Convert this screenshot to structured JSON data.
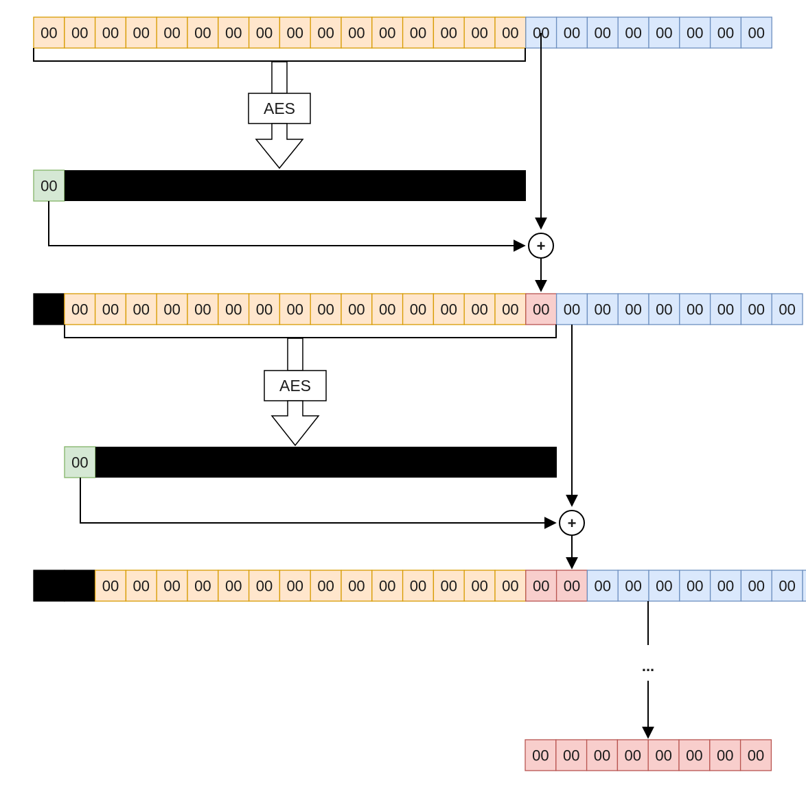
{
  "colors": {
    "orange_fill": "#ffe6cc",
    "orange_stroke": "#d79b00",
    "blue_fill": "#dae8fc",
    "blue_stroke": "#6c8ebf",
    "red_fill": "#f8cecc",
    "red_stroke": "#b85450",
    "green_fill": "#d5e8d4",
    "green_stroke": "#82b366",
    "black": "#000000"
  },
  "cell_value": "00",
  "aes_label": "AES",
  "xor_symbol": "+",
  "continuation": "...",
  "row1": [
    "o",
    "o",
    "o",
    "o",
    "o",
    "o",
    "o",
    "o",
    "o",
    "o",
    "o",
    "o",
    "o",
    "o",
    "o",
    "o",
    "b",
    "b",
    "b",
    "b",
    "b",
    "b",
    "b",
    "b"
  ],
  "row2": [
    "k",
    "o",
    "o",
    "o",
    "o",
    "o",
    "o",
    "o",
    "o",
    "o",
    "o",
    "o",
    "o",
    "o",
    "o",
    "o",
    "r",
    "b",
    "b",
    "b",
    "b",
    "b",
    "b",
    "b",
    "b"
  ],
  "row3": [
    "k",
    "k",
    "o",
    "o",
    "o",
    "o",
    "o",
    "o",
    "o",
    "o",
    "o",
    "o",
    "o",
    "o",
    "o",
    "o",
    "r",
    "r",
    "b",
    "b",
    "b",
    "b",
    "b",
    "b",
    "b",
    "b"
  ],
  "out1": [
    "g"
  ],
  "out2": [
    "g"
  ],
  "result": [
    "r",
    "r",
    "r",
    "r",
    "r",
    "r",
    "r",
    "r"
  ]
}
